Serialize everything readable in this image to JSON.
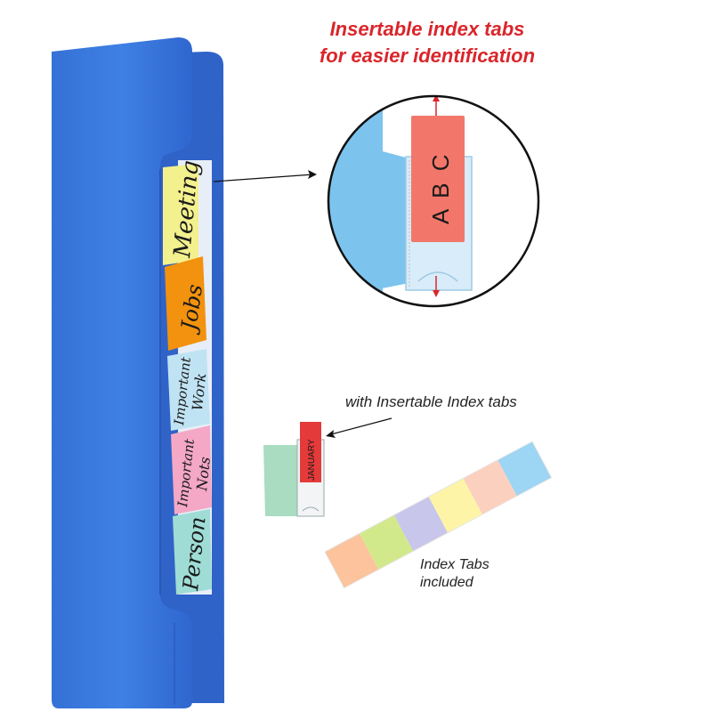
{
  "headline": {
    "line1": "Insertable index tabs",
    "line2": "for easier identification"
  },
  "folder_tabs": [
    {
      "label": "Meeting",
      "color": "#f3f08e"
    },
    {
      "label": "Jobs",
      "color": "#f2920e"
    },
    {
      "label_line1": "Important",
      "label_line2": "Work",
      "color": "#bfe3f3"
    },
    {
      "label_line1": "Important",
      "label_line2": "Nots",
      "color": "#f4a8c6"
    },
    {
      "label": "Person",
      "color": "#9fdcd6"
    }
  ],
  "zoom_tab_label": "A B C",
  "small_tab_label": "JANUARY",
  "caption_insertable": "with Insertable Index tabs",
  "caption_included": {
    "line1": "Index Tabs",
    "line2": "included"
  },
  "strip_colors": [
    "#fcc39c",
    "#d2e98b",
    "#c8c6ea",
    "#fdf4a7",
    "#fcd0bf",
    "#9dd5f4"
  ],
  "colors": {
    "folder_blue": "#3a7be0",
    "folder_blue_dark": "#2f63c8",
    "headline_red": "#d9262b",
    "zoom_tab_red": "#f2776a",
    "zoom_bg": "#7cc4ee"
  }
}
